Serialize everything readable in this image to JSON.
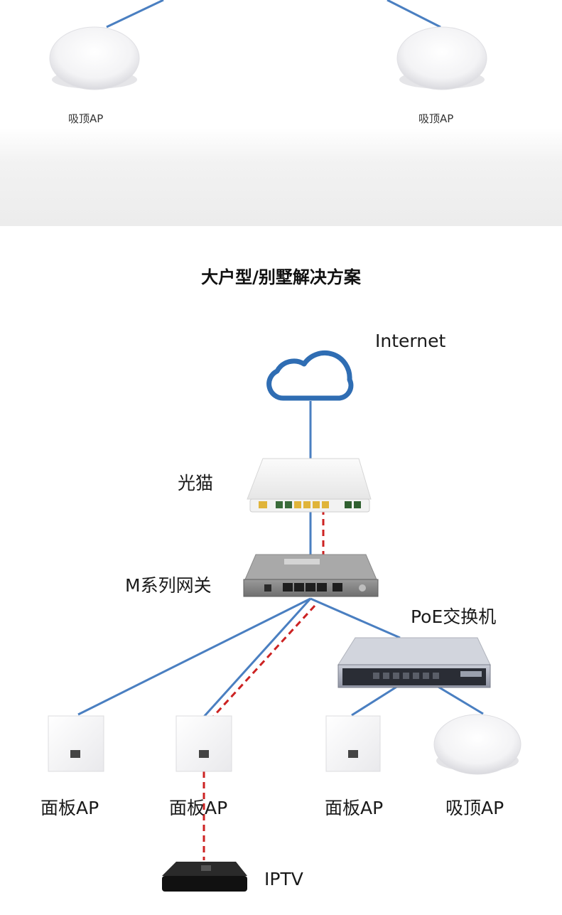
{
  "top": {
    "left_ap_label": "吸顶AP",
    "right_ap_label": "吸顶AP"
  },
  "title": "大户型/别墅解决方案",
  "nodes": {
    "internet": "Internet",
    "optical_modem": "光猫",
    "gateway": "M系列网关",
    "poe_switch": "PoE交换机",
    "panel_ap_1": "面板AP",
    "panel_ap_2": "面板AP",
    "panel_ap_3": "面板AP",
    "ceiling_ap": "吸顶AP",
    "iptv": "IPTV"
  },
  "colors": {
    "network_line": "#4a7fc1",
    "iptv_line": "#cc2222",
    "cloud": "#2f6db3"
  }
}
